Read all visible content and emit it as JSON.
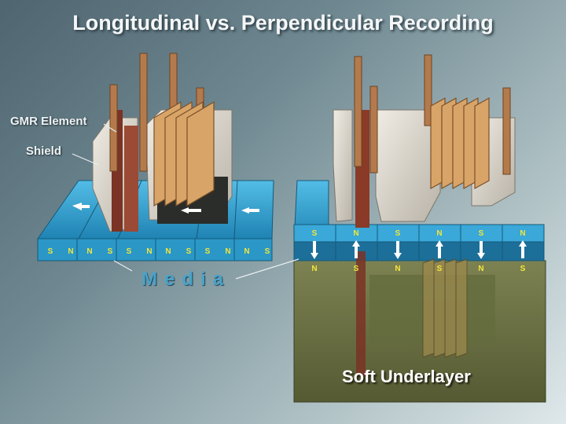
{
  "title": "Longitudinal vs. Perpendicular Recording",
  "labels": {
    "gmr_element": "GMR Element",
    "shield": "Shield",
    "media": "Media",
    "soft_underlayer": "Soft Underlayer"
  },
  "longitudinal": {
    "poles": [
      "S",
      "N",
      "N",
      "S",
      "S",
      "N",
      "N",
      "S",
      "S",
      "N",
      "N",
      "S"
    ]
  },
  "perpendicular": {
    "poles_top": [
      "S",
      "N",
      "S",
      "N",
      "S",
      "N"
    ],
    "poles_bottom": [
      "N",
      "S",
      "N",
      "S",
      "N",
      "S"
    ],
    "arrows": [
      "down",
      "up",
      "down",
      "up",
      "down",
      "up"
    ]
  },
  "colors": {
    "media": "#3fa7d4",
    "underlayer": "#6f7447",
    "coil": "#c8955a",
    "pole_text": "#f3e63a"
  }
}
